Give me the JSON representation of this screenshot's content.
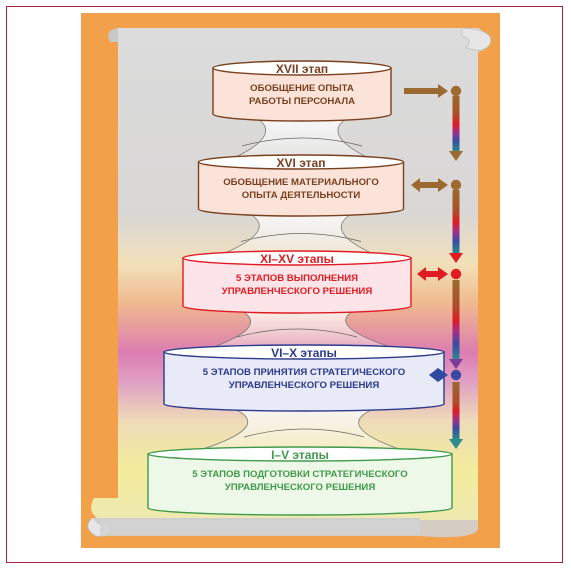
{
  "stages": [
    {
      "title": "XVII этап",
      "lines": [
        "ОБОБЩЕНИЕ ОПЫТА",
        "РАБОТЫ ПЕРСОНАЛА"
      ],
      "color": "#7a3f1c",
      "fill": "#fbe3da"
    },
    {
      "title": "XVI этап",
      "lines": [
        "ОБОБЩЕНИЕ МАТЕРИАЛЬНОГО",
        "ОПЫТА ДЕЯТЕЛЬНОСТИ"
      ],
      "color": "#7a3f1c",
      "fill": "#fbe3da"
    },
    {
      "title": "XI–XV этапы",
      "lines": [
        "5 ЭТАПОВ ВЫПОЛНЕНИЯ",
        "УПРАВЛЕНЧЕСКОГО РЕШЕНИЯ"
      ],
      "color": "#e01b22",
      "fill": "#fde4e8"
    },
    {
      "title": "VI–X этапы",
      "lines": [
        "5 ЭТАПОВ ПРИНЯТИЯ СТРАТЕГИЧЕСКОГО",
        "УПРАВЛЕНЧЕСКОГО РЕШЕНИЯ"
      ],
      "color": "#2b3a8c",
      "fill": "#e8eaf8"
    },
    {
      "title": "I–V этапы",
      "lines": [
        "5 ЭТАПОВ ПОДГОТОВКИ СТРАТЕГИЧЕСКОГО",
        "УПРАВЛЕНЧЕСКОГО РЕШЕНИЯ"
      ],
      "color": "#3f9a4a",
      "fill": "#eef8e8"
    }
  ],
  "colors": {
    "frame": "#a8213a",
    "panel": "#f3a04b",
    "scroll": "#d7d8d9",
    "arrow_brown": "#9a6a30",
    "arrow_red": "#e01b22",
    "arrow_blue": "#2b4aa0",
    "arrow_teal": "#2a8c8c"
  }
}
